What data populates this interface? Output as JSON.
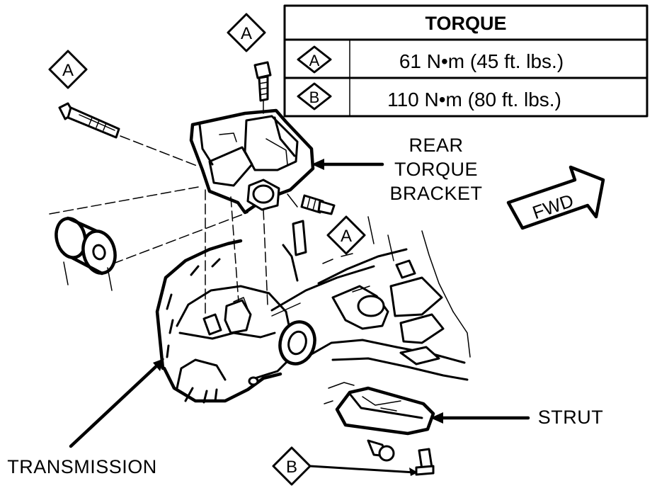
{
  "torque_table": {
    "title": "TORQUE",
    "rows": [
      {
        "key": "A",
        "value": "61 N•m (45 ft. lbs.)"
      },
      {
        "key": "B",
        "value": "110 N•m (80 ft. lbs.)"
      }
    ]
  },
  "labels": {
    "rear_bracket_line1": "REAR",
    "rear_bracket_line2": "TORQUE",
    "rear_bracket_line3": "BRACKET",
    "forward": "FWD",
    "strut": "STRUT",
    "transmission": "TRANSMISSION"
  },
  "callouts": {
    "top_left": "A",
    "top_center": "A",
    "middle": "A",
    "bottom": "B"
  }
}
